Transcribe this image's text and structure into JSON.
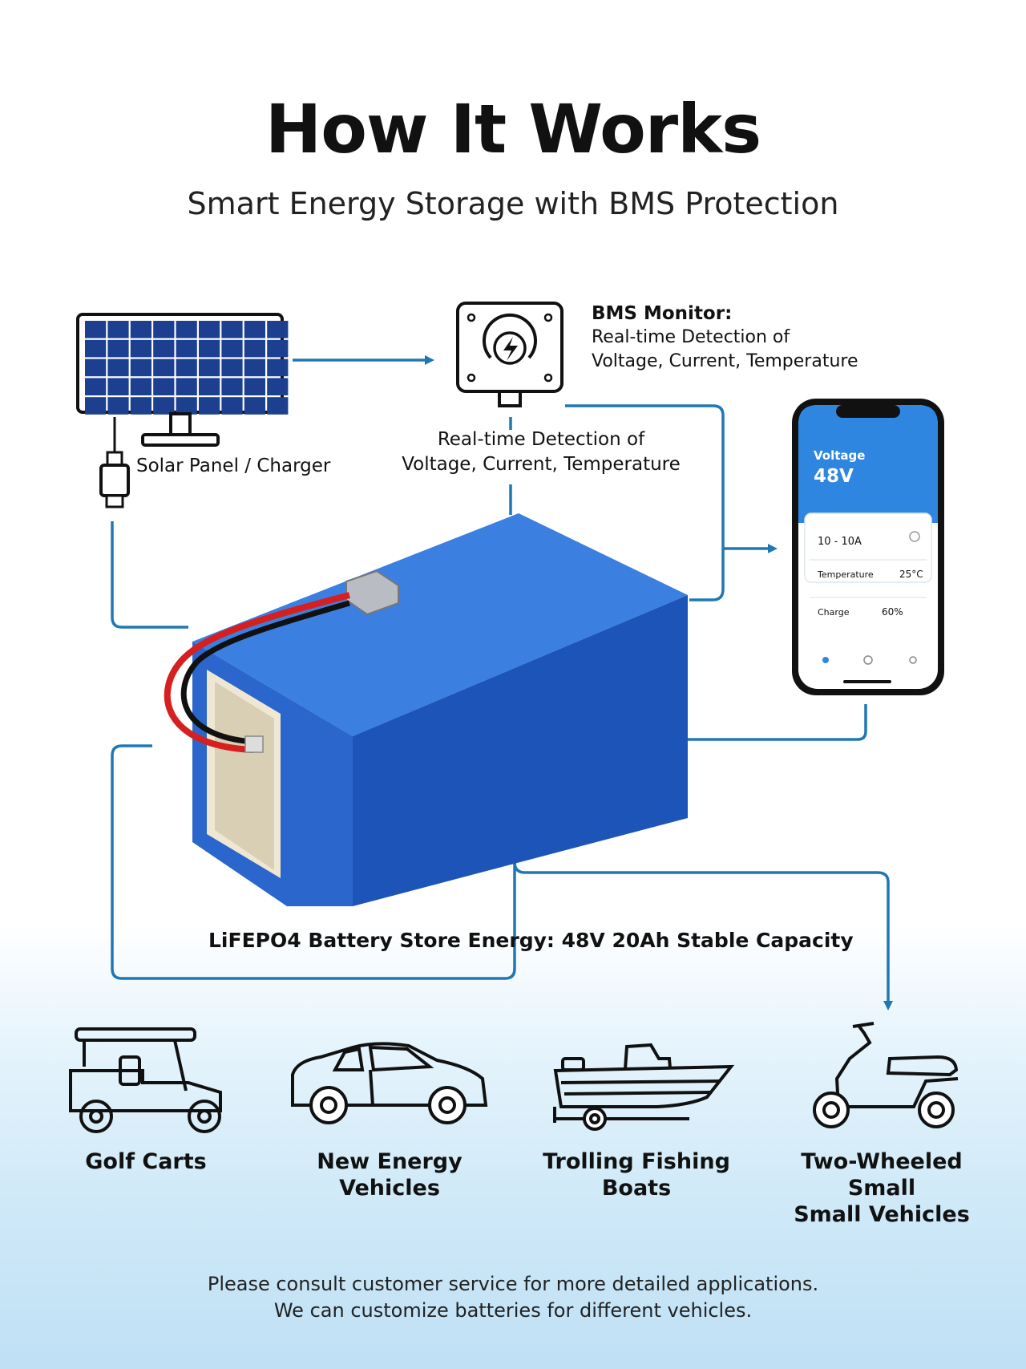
{
  "header": {
    "title": "How It Works",
    "subtitle": "Smart Energy Storage with BMS Protection"
  },
  "bms": {
    "title": "BMS Monitor:",
    "line1": "Real-time Detection of",
    "line2": "Voltage, Current, Temperature"
  },
  "detection": {
    "line1": "Real-time Detection of",
    "line2": "Voltage, Current, Temperature"
  },
  "solar": {
    "label": "Solar Panel / Charger"
  },
  "battery": {
    "label": "LiFEPO4 Battery Store Energy: 48V 20Ah Stable Capacity"
  },
  "phone": {
    "voltage_label": "Voltage",
    "voltage_value": "48V",
    "current_value": "10 - 10A",
    "temperature_label": "Temperature",
    "temperature_value": "25°C",
    "charge_label": "Charge",
    "charge_value": "60%"
  },
  "applications": [
    {
      "line1": "Golf Carts",
      "line2": "",
      "icon": "golf-cart-icon"
    },
    {
      "line1": "New Energy",
      "line2": "Vehicles",
      "icon": "car-icon"
    },
    {
      "line1": "Trolling Fishing",
      "line2": "Boats",
      "icon": "boat-icon"
    },
    {
      "line1": "Two-Wheeled Small",
      "line2": "Small Vehicles",
      "icon": "scooter-icon"
    }
  ],
  "footer": {
    "line1": "Please consult customer service for more detailed applications.",
    "line2": "We can customize batteries for different vehicles."
  },
  "colors": {
    "flow_line": "#1f78b4",
    "battery_blue": "#1f5fc8",
    "phone_blue": "#2f86e0"
  }
}
